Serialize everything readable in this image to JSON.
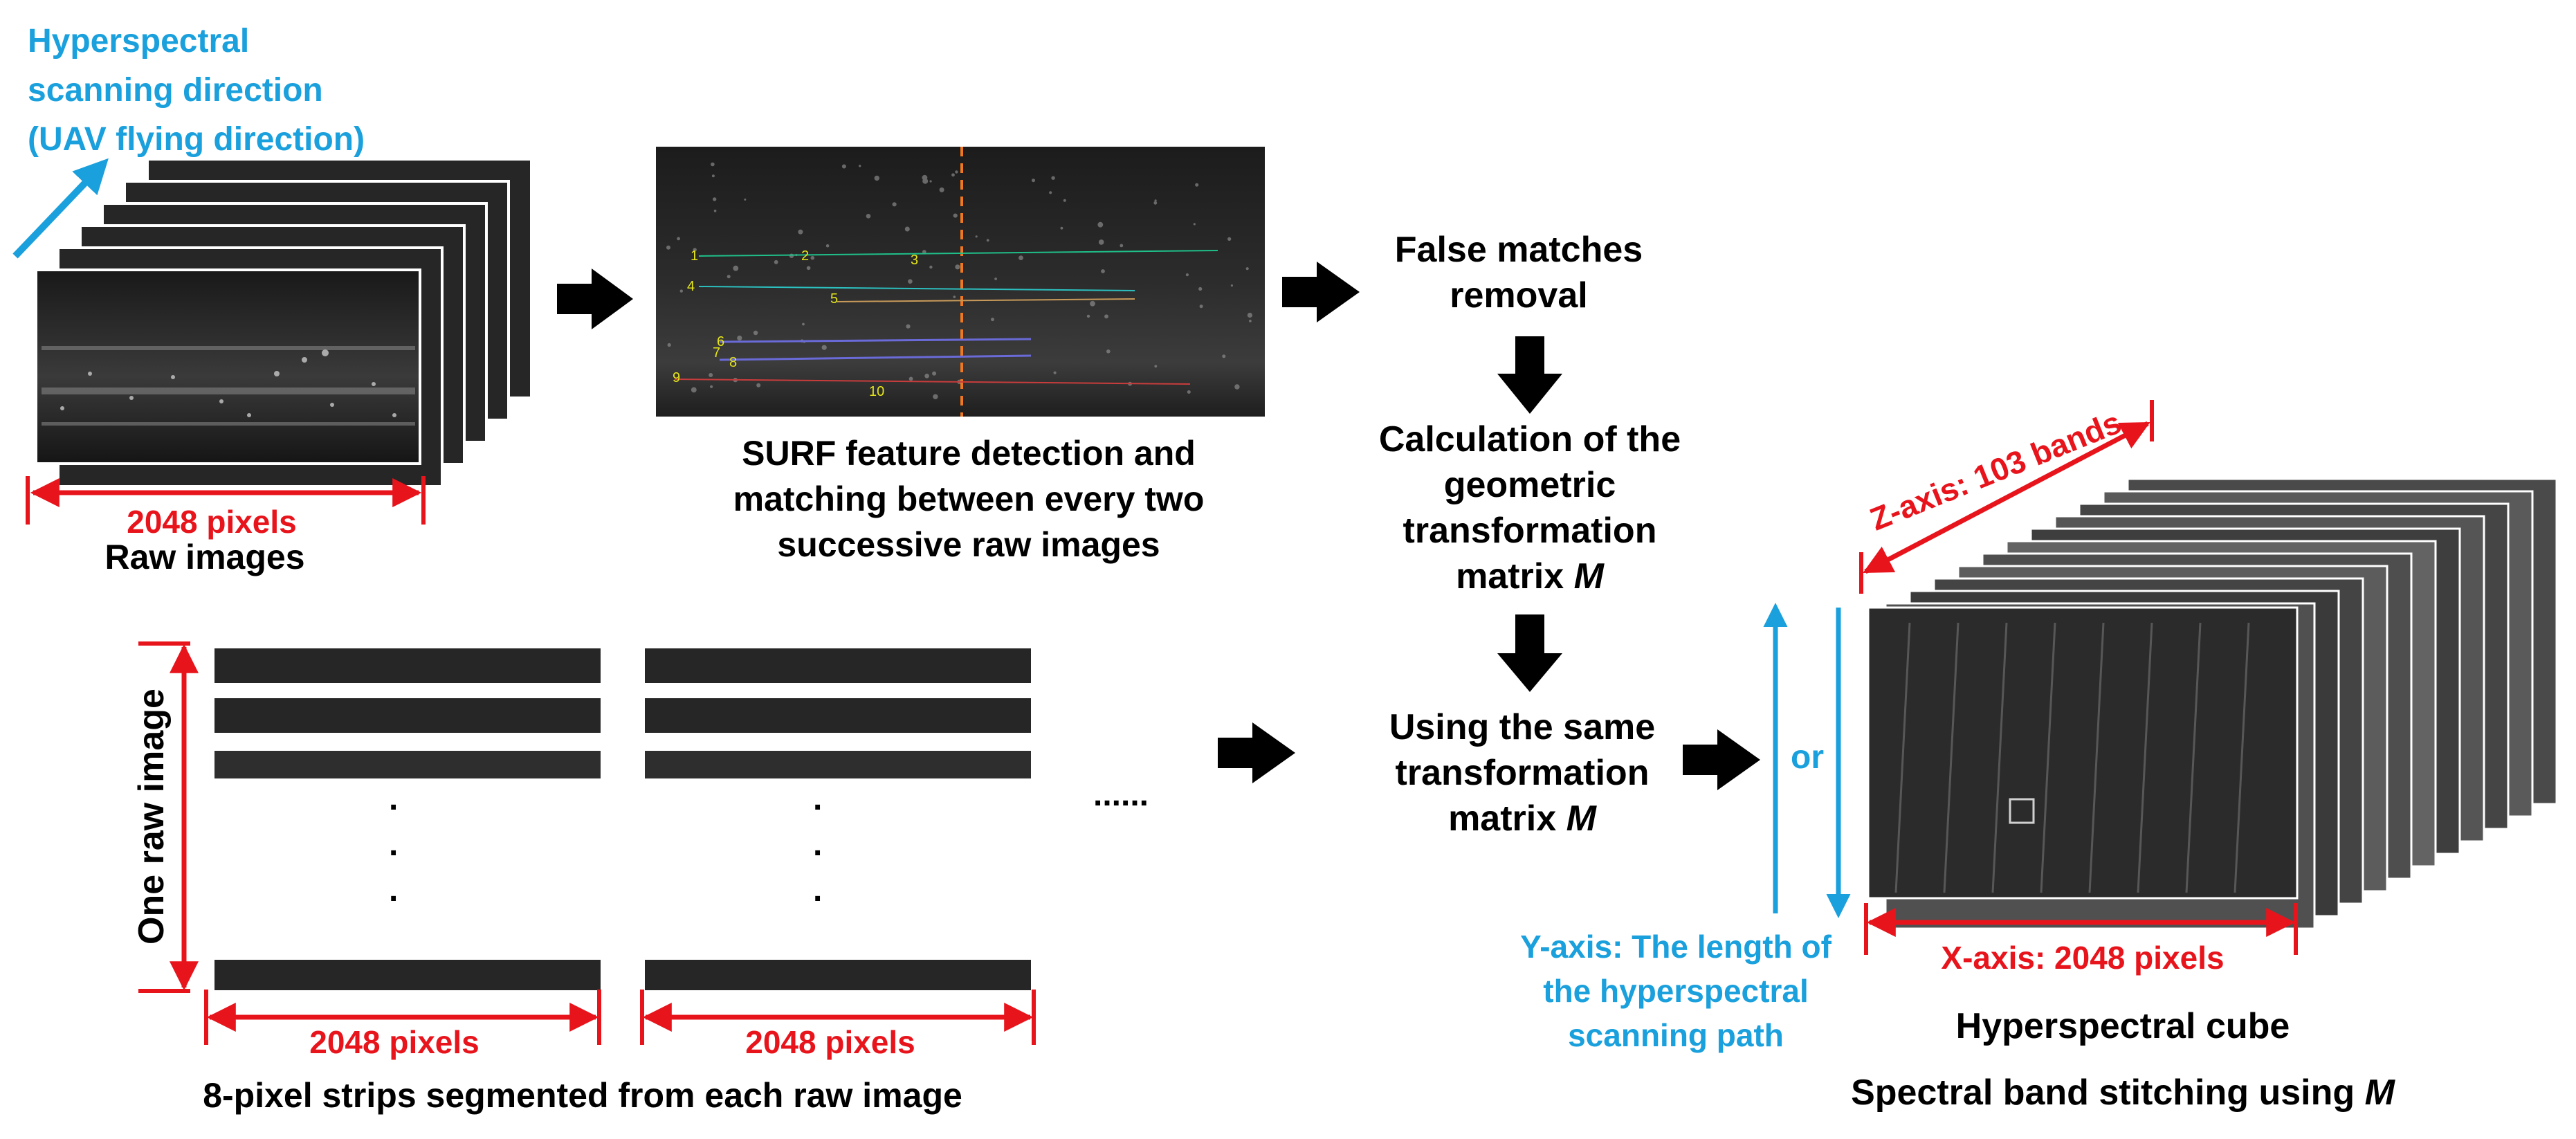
{
  "colors": {
    "red": "#e8141c",
    "blue": "#1aa0dc",
    "black": "#000000",
    "imagery_dark": "#1e1e1e"
  },
  "scanning_direction": {
    "line1": "Hyperspectral",
    "line2": "scanning direction",
    "line3": "(UAV flying direction)"
  },
  "raw_images": {
    "width_label": "2048 pixels",
    "caption": "Raw images"
  },
  "surf": {
    "caption_line1": "SURF feature detection and",
    "caption_line2": "matching between every two",
    "caption_line3": "successive raw images",
    "match_ids": [
      "1",
      "2",
      "3",
      "4",
      "5",
      "6",
      "7",
      "8",
      "9",
      "10"
    ]
  },
  "flow": {
    "false_matches_line1": "False matches",
    "false_matches_line2": "removal",
    "calc_line1": "Calculation of the",
    "calc_line2": "geometric",
    "calc_line3": "transformation",
    "calc_line4_prefix": "matrix ",
    "calc_line4_symbol": "M",
    "same_line1": "Using the same",
    "same_line2": "transformation",
    "same_line3_prefix": "matrix ",
    "same_line3_symbol": "M"
  },
  "strips": {
    "side_label": "One raw image",
    "width_label_1": "2048 pixels",
    "width_label_2": "2048 pixels",
    "ellipsis": "......",
    "caption": "8-pixel strips segmented from each raw image"
  },
  "cube": {
    "or_label": "or",
    "z_axis": "Z-axis: 103 bands",
    "x_axis": "X-axis: 2048 pixels",
    "y_axis_line1": "Y-axis: The length of",
    "y_axis_line2": "the hyperspectral",
    "y_axis_line3": "scanning path",
    "caption": "Hyperspectral cube",
    "subcaption_prefix": "Spectral band stitching using ",
    "subcaption_symbol": "M"
  }
}
